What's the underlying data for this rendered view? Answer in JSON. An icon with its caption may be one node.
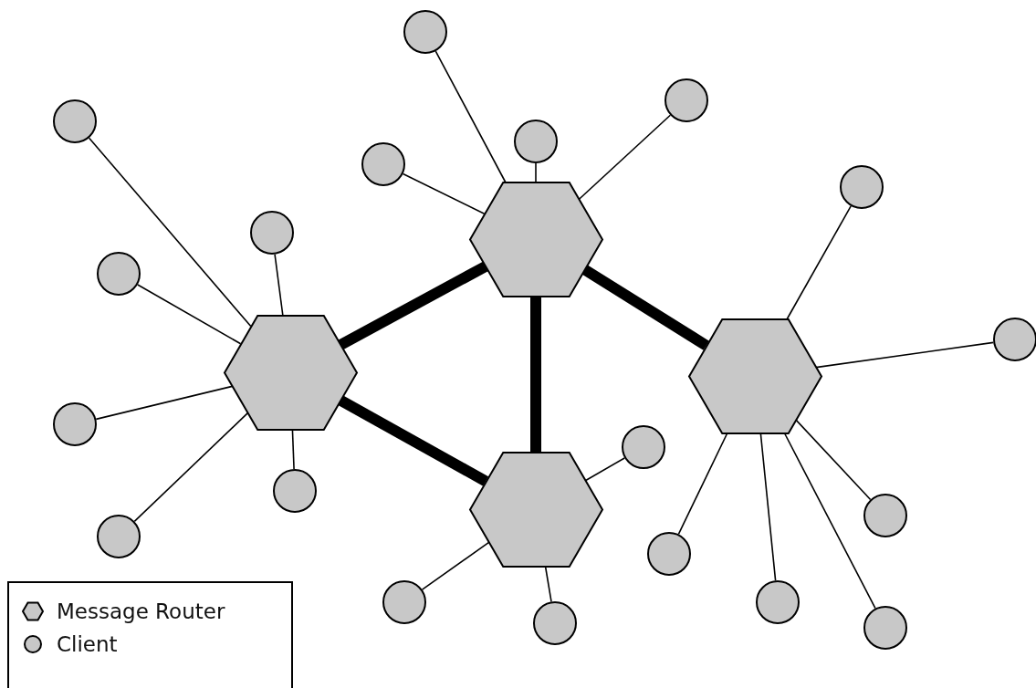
{
  "diagram": {
    "nodes": [
      {
        "text": [],
        "shape": "circle"
      },
      {
        "text": [],
        "shape": "circle"
      },
      {
        "text": [],
        "shape": "circle"
      },
      {
        "text": [],
        "shape": "circle"
      },
      {
        "text": [],
        "shape": "circle"
      },
      {
        "text": [],
        "shape": "circle"
      },
      {
        "text": [],
        "shape": "hexagon"
      },
      {
        "text": [],
        "shape": "circle"
      },
      {
        "text": [],
        "shape": "circle"
      },
      {
        "text": [],
        "shape": "hexagon"
      },
      {
        "text": [],
        "shape": "hexagon"
      },
      {
        "text": [],
        "shape": "circle"
      },
      {
        "text": [],
        "shape": "circle"
      },
      {
        "text": [],
        "shape": "circle"
      },
      {
        "text": [],
        "shape": "circle"
      },
      {
        "text": [],
        "shape": "hexagon"
      },
      {
        "text": [],
        "shape": "circle"
      },
      {
        "text": [],
        "shape": "circle"
      },
      {
        "text": [],
        "shape": "circle"
      },
      {
        "text": [],
        "shape": "circle"
      },
      {
        "text": [],
        "shape": "circle"
      },
      {
        "text": [],
        "shape": "circle"
      },
      {
        "text": [],
        "shape": "circle"
      }
    ],
    "edges": [
      {
        "from": 9,
        "to": 6,
        "arrow": "none",
        "style": "thick"
      },
      {
        "from": 6,
        "to": 10,
        "arrow": "none",
        "style": "thick"
      },
      {
        "from": 6,
        "to": 15,
        "arrow": "none",
        "style": "thick"
      },
      {
        "from": 9,
        "to": 15,
        "arrow": "none",
        "style": "thick"
      },
      {
        "from": 6,
        "to": 0,
        "arrow": "none"
      },
      {
        "from": 6,
        "to": 1,
        "arrow": "none"
      },
      {
        "from": 6,
        "to": 3,
        "arrow": "none"
      },
      {
        "from": 6,
        "to": 4,
        "arrow": "none"
      },
      {
        "from": 9,
        "to": 2,
        "arrow": "none"
      },
      {
        "from": 9,
        "to": 7,
        "arrow": "none"
      },
      {
        "from": 9,
        "to": 8,
        "arrow": "none"
      },
      {
        "from": 9,
        "to": 12,
        "arrow": "none"
      },
      {
        "from": 9,
        "to": 14,
        "arrow": "none"
      },
      {
        "from": 9,
        "to": 17,
        "arrow": "none"
      },
      {
        "from": 10,
        "to": 5,
        "arrow": "none"
      },
      {
        "from": 10,
        "to": 11,
        "arrow": "none"
      },
      {
        "from": 10,
        "to": 16,
        "arrow": "none"
      },
      {
        "from": 10,
        "to": 18,
        "arrow": "none"
      },
      {
        "from": 10,
        "to": 20,
        "arrow": "none"
      },
      {
        "from": 10,
        "to": 22,
        "arrow": "none"
      },
      {
        "from": 15,
        "to": 13,
        "arrow": "none"
      },
      {
        "from": 15,
        "to": 19,
        "arrow": "none"
      },
      {
        "from": 15,
        "to": 21,
        "arrow": "none"
      }
    ],
    "legend": [
      {
        "text": "Message Router"
      },
      {
        "text": "Client"
      }
    ]
  }
}
